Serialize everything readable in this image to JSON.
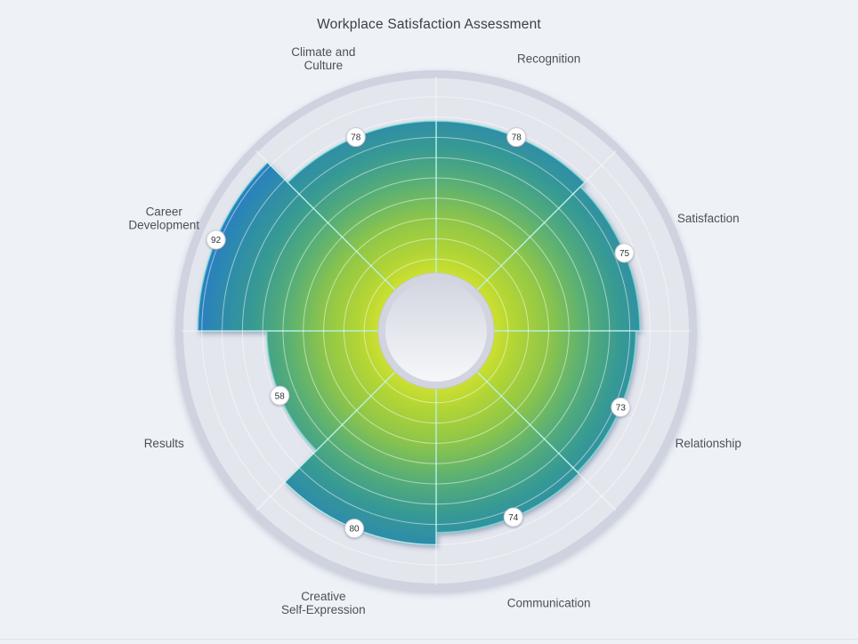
{
  "page": {
    "background": "#eef2f7",
    "bottom_line_color": "#e0e4ea"
  },
  "chart_data": {
    "type": "polar_bar",
    "title": "Workplace Satisfaction Assessment",
    "categories": [
      "Recognition",
      "Satisfaction",
      "Relationship",
      "Communication",
      "Creative\nSelf-Expression",
      "Results",
      "Career\nDevelopment",
      "Climate and\nCulture"
    ],
    "values": [
      78,
      75,
      73,
      74,
      80,
      58,
      92,
      78
    ],
    "value_range": [
      0,
      100
    ],
    "grid_step": 10,
    "direction": "clockwise",
    "start_angle_deg": 0,
    "sector_span_deg": 45,
    "legend": "none",
    "style": {
      "background": "#eef2f7",
      "plot_bg": "#e4e6ee",
      "outer_ring": "#cfd3e0",
      "grid_color": "#ffffff",
      "hole_ring": "#d2d5e0",
      "hole_ring_border": "#c5c8d5",
      "hole_top": "#d3d6e0",
      "hole_bottom": "#f5f7fa",
      "bar_edge_highlight": "rgba(120,225,212,0.75)",
      "badge_bg": "#ffffff",
      "badge_border": "#c9ccd6",
      "badge_text": "#2f3237",
      "label_color": "#4c5058",
      "title_color": "#3c4046",
      "gradient_stops": [
        {
          "offset": 0.0,
          "color": "#e2ea30"
        },
        {
          "offset": 0.2,
          "color": "#d5e32e"
        },
        {
          "offset": 0.3,
          "color": "#b5d634"
        },
        {
          "offset": 0.44,
          "color": "#8fc648"
        },
        {
          "offset": 0.58,
          "color": "#5bb073"
        },
        {
          "offset": 0.72,
          "color": "#379a93"
        },
        {
          "offset": 0.83,
          "color": "#2e8da8"
        },
        {
          "offset": 0.93,
          "color": "#2b80c0"
        },
        {
          "offset": 1.0,
          "color": "#2b76cc"
        }
      ]
    }
  }
}
